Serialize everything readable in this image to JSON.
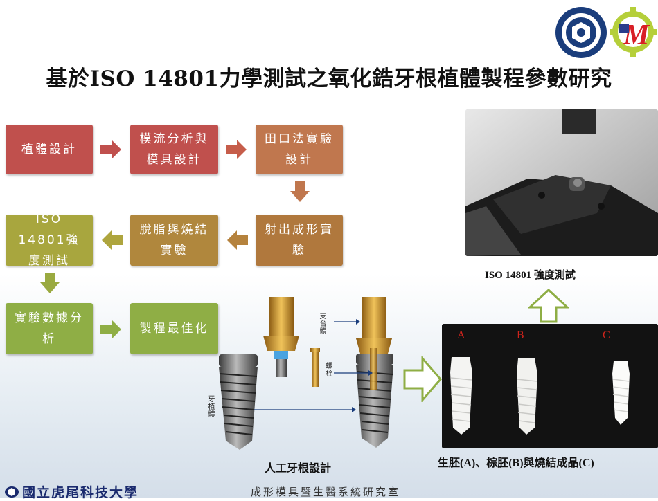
{
  "title": "基於ISO 14801力學測試之氧化鋯牙根植體製程參數研究",
  "flow": {
    "boxes": [
      {
        "id": "b1",
        "label": "植體設計"
      },
      {
        "id": "b2",
        "label": "模流分析與模具設計"
      },
      {
        "id": "b3",
        "label": "田口法實驗設計"
      },
      {
        "id": "b4",
        "label": "射出成形實驗"
      },
      {
        "id": "b5",
        "label": "脫脂與燒結實驗"
      },
      {
        "id": "b6",
        "label": "ISO 14801強度測試"
      },
      {
        "id": "b7",
        "label": "實驗數據分析"
      },
      {
        "id": "b8",
        "label": "製程最佳化"
      }
    ],
    "colors": {
      "red": "#c0504d",
      "orange": "#c0774e",
      "brown": "#b0783d",
      "olive": "#a8a63e",
      "green": "#8fae45"
    }
  },
  "implant": {
    "labels": {
      "abutment": "支台體",
      "screw": "螺栓",
      "fixture": "牙植體"
    },
    "caption": "人工牙根設計"
  },
  "test_photo": {
    "caption": "ISO 14801 強度測試"
  },
  "samples_photo": {
    "letters": [
      "A",
      "B",
      "C"
    ],
    "caption": "生胚(A)、棕胚(B)與燒結成品(C)"
  },
  "footer": {
    "university": "國立虎尾科技大學",
    "lab": "成形模具暨生醫系統研究室"
  }
}
